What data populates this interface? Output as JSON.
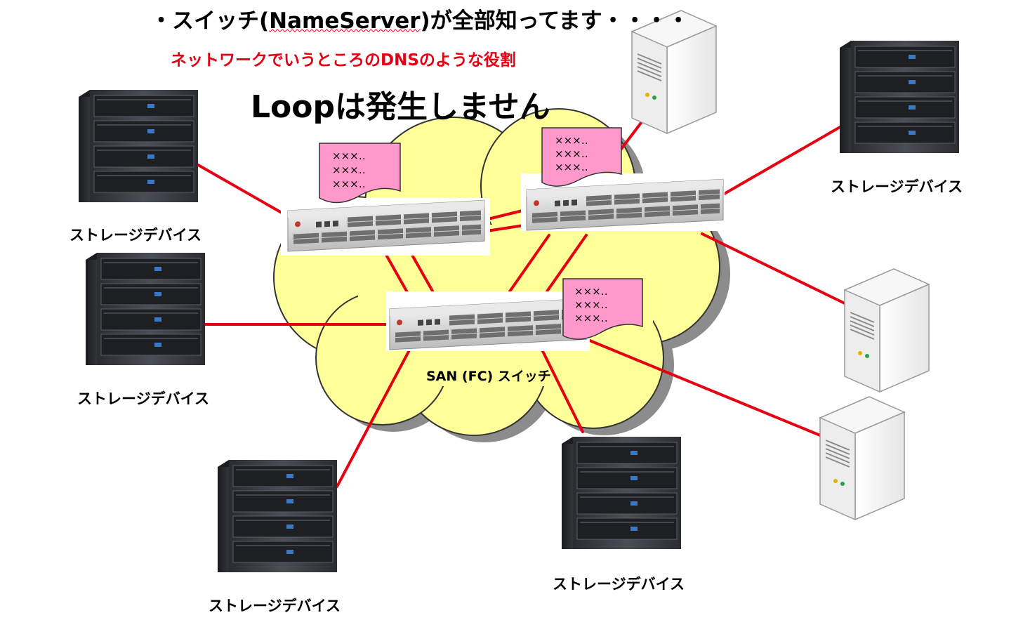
{
  "header": {
    "bullet": "・",
    "line1_prefix": "スイッチ(",
    "line1_term": "NameServer",
    "line1_suffix": ")が全部知ってます・・・・",
    "line2": "ネットワークでいうところのDNSのような役割",
    "line3": "Loopは発生しません"
  },
  "labels": {
    "switch": "SAN (FC) スイッチ",
    "storage_left_top": "ストレージデバイス",
    "storage_left_mid": "ストレージデバイス",
    "storage_right_top": "ストレージデバイス",
    "storage_bottom_left": "ストレージデバイス",
    "storage_bottom_mid": "ストレージデバイス"
  },
  "notes": {
    "left": [
      "×××‥",
      "×××‥",
      "×××‥"
    ],
    "right": [
      "×××‥",
      "×××‥",
      "×××‥"
    ],
    "center": [
      "×××‥",
      "×××‥",
      "×××‥"
    ]
  },
  "colors": {
    "link": "#e60012",
    "cloud_fill": "#ffff99",
    "note_fill": "#ff99cc",
    "highlight_text": "#e60012"
  }
}
